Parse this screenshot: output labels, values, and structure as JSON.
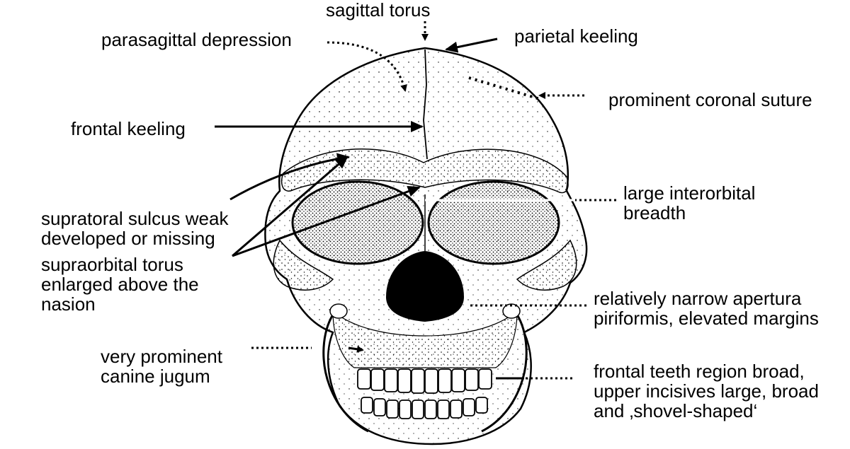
{
  "figure": {
    "labels": {
      "sagittal_torus": "sagittal torus",
      "parasagittal_depression": "parasagittal depression",
      "parietal_keeling": "parietal keeling",
      "prominent_coronal_suture": "prominent coronal suture",
      "frontal_keeling": "frontal keeling",
      "large_interorbital_breadth": "large interorbital\nbreadth",
      "supratoral_sulcus": "supratoral sulcus weak\ndeveloped or missing",
      "supraorbital_torus": "supraorbital torus\nenlarged above the\nnasion",
      "apertura_piriformis": "relatively narrow apertura\npiriformis, elevated margins",
      "canine_jugum": "very prominent\ncanine jugum",
      "frontal_teeth": "frontal teeth region broad,\nupper incisives large, broad\nand ‚shovel-shaped‘"
    }
  }
}
